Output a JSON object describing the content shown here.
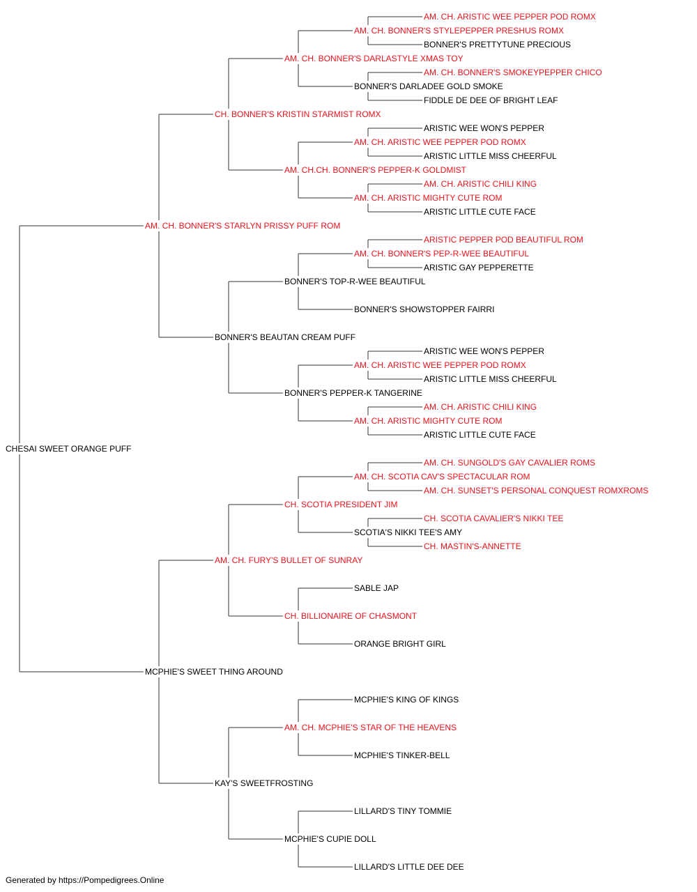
{
  "colors": {
    "champion": "#e8141c",
    "normal": "#000000",
    "line": "#333333"
  },
  "footer": "Generated by https://Pompedigrees.Online",
  "tree": {
    "name": "CHESAI SWEET ORANGE PUFF",
    "ch": false,
    "sire": {
      "name": "AM. CH. BONNER'S STARLYN PRISSY PUFF ROM",
      "ch": true,
      "sire": {
        "name": "CH. BONNER'S KRISTIN STARMIST ROMX",
        "ch": true,
        "sire": {
          "name": "AM. CH. BONNER'S DARLASTYLE XMAS TOY",
          "ch": true,
          "sire": {
            "name": "AM. CH. BONNER'S STYLEPEPPER PRESHUS ROMX",
            "ch": true,
            "sire": {
              "name": "AM. CH. ARISTIC WEE PEPPER POD ROMX",
              "ch": true
            },
            "dam": {
              "name": "BONNER'S PRETTYTUNE PRECIOUS",
              "ch": false
            }
          },
          "dam": {
            "name": "BONNER'S DARLADEE GOLD SMOKE",
            "ch": false,
            "sire": {
              "name": "AM. CH. BONNER'S SMOKEYPEPPER CHICO",
              "ch": true
            },
            "dam": {
              "name": "FIDDLE DE DEE OF BRIGHT LEAF",
              "ch": false
            }
          }
        },
        "dam": {
          "name": "AM. CH.CH. BONNER'S PEPPER-K GOLDMIST",
          "ch": true,
          "sire": {
            "name": "AM. CH. ARISTIC WEE PEPPER POD ROMX",
            "ch": true,
            "sire": {
              "name": "ARISTIC WEE WON'S PEPPER",
              "ch": false
            },
            "dam": {
              "name": "ARISTIC LITTLE MISS CHEERFUL",
              "ch": false
            }
          },
          "dam": {
            "name": "AM. CH. ARISTIC MIGHTY CUTE ROM",
            "ch": true,
            "sire": {
              "name": "AM. CH. ARISTIC CHILI KING",
              "ch": true
            },
            "dam": {
              "name": "ARISTIC LITTLE CUTE FACE",
              "ch": false
            }
          }
        }
      },
      "dam": {
        "name": "BONNER'S BEAUTAN CREAM PUFF",
        "ch": false,
        "sire": {
          "name": "BONNER'S TOP-R-WEE BEAUTIFUL",
          "ch": false,
          "sire": {
            "name": "AM. CH. BONNER'S PEP-R-WEE BEAUTIFUL",
            "ch": true,
            "sire": {
              "name": "ARISTIC PEPPER POD BEAUTIFUL ROM",
              "ch": true
            },
            "dam": {
              "name": "ARISTIC GAY PEPPERETTE",
              "ch": false
            }
          },
          "dam": {
            "name": "BONNER'S SHOWSTOPPER FAIRRI",
            "ch": false
          }
        },
        "dam": {
          "name": "BONNER'S PEPPER-K TANGERINE",
          "ch": false,
          "sire": {
            "name": "AM. CH. ARISTIC WEE PEPPER POD ROMX",
            "ch": true,
            "sire": {
              "name": "ARISTIC WEE WON'S PEPPER",
              "ch": false
            },
            "dam": {
              "name": "ARISTIC LITTLE MISS CHEERFUL",
              "ch": false
            }
          },
          "dam": {
            "name": "AM. CH. ARISTIC MIGHTY CUTE ROM",
            "ch": true,
            "sire": {
              "name": "AM. CH. ARISTIC CHILI KING",
              "ch": true
            },
            "dam": {
              "name": "ARISTIC LITTLE CUTE FACE",
              "ch": false
            }
          }
        }
      }
    },
    "dam": {
      "name": "MCPHIE'S SWEET THING AROUND",
      "ch": false,
      "sire": {
        "name": "AM. CH. FURY'S BULLET OF SUNRAY",
        "ch": true,
        "sire": {
          "name": "CH. SCOTIA PRESIDENT JIM",
          "ch": true,
          "sire": {
            "name": "AM. CH. SCOTIA CAV'S SPECTACULAR ROM",
            "ch": true,
            "sire": {
              "name": "AM. CH. SUNGOLD'S GAY CAVALIER ROMS",
              "ch": true
            },
            "dam": {
              "name": "AM. CH. SUNSET'S PERSONAL CONQUEST ROMXROMS",
              "ch": true
            }
          },
          "dam": {
            "name": "SCOTIA'S NIKKI TEE'S AMY",
            "ch": false,
            "sire": {
              "name": "CH. SCOTIA CAVALIER'S NIKKI TEE",
              "ch": true
            },
            "dam": {
              "name": "CH. MASTIN'S-ANNETTE",
              "ch": true
            }
          }
        },
        "dam": {
          "name": "CH. BILLIONAIRE OF CHASMONT",
          "ch": true,
          "sire": {
            "name": "SABLE JAP",
            "ch": false
          },
          "dam": {
            "name": "ORANGE BRIGHT GIRL",
            "ch": false
          }
        }
      },
      "dam": {
        "name": "KAY'S SWEETFROSTING",
        "ch": false,
        "sire": {
          "name": "AM. CH. MCPHIE'S STAR OF THE HEAVENS",
          "ch": true,
          "sire": {
            "name": "MCPHIE'S KING OF KINGS",
            "ch": false
          },
          "dam": {
            "name": "MCPHIE'S TINKER-BELL",
            "ch": false
          }
        },
        "dam": {
          "name": "MCPHIE'S CUPIE DOLL",
          "ch": false,
          "sire": {
            "name": "LILLARD'S TINY TOMMIE",
            "ch": false
          },
          "dam": {
            "name": "LILLARD'S LITTLE DEE DEE",
            "ch": false
          }
        }
      }
    }
  }
}
